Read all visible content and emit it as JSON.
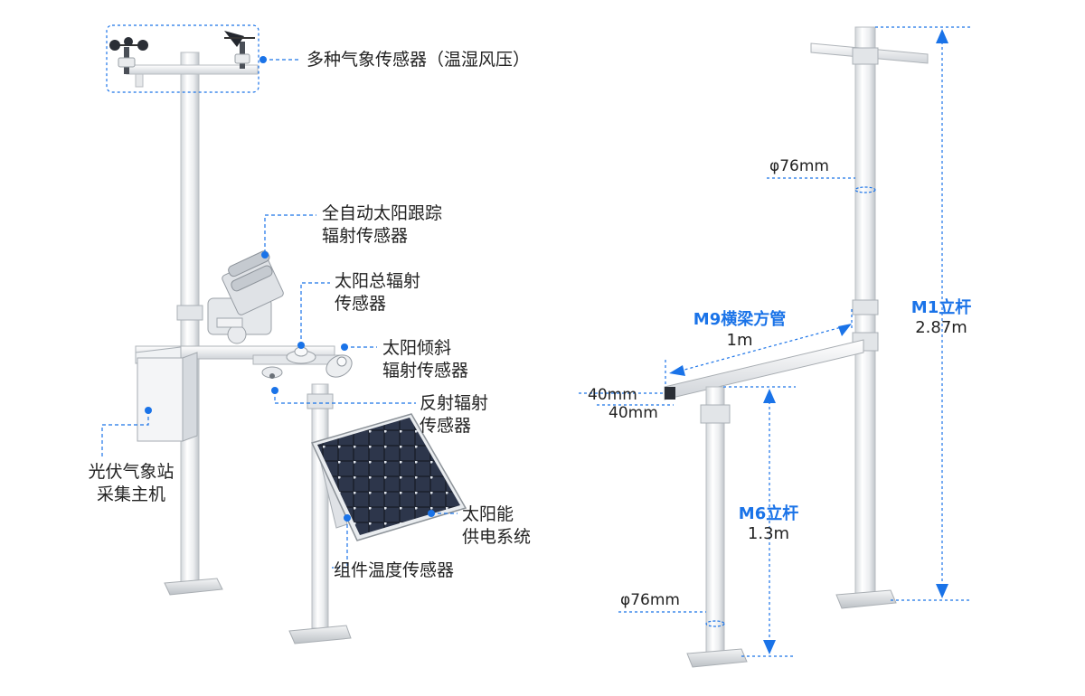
{
  "colors": {
    "accent": "#1a73e8",
    "pole": "#eef0f2",
    "pole_shade": "#c9cdd2",
    "panel": "#1b1f2a",
    "panel_cell": "#2b3346",
    "text": "#222222"
  },
  "left_labels": {
    "weather_sensors": "多种气象传感器（温湿风压）",
    "tracker_line1": "全自动太阳跟踪",
    "tracker_line2": "辐射传感器",
    "global_line1": "太阳总辐射",
    "global_line2": "传感器",
    "tilt_line1": "太阳倾斜",
    "tilt_line2": "辐射传感器",
    "reflect_line1": "反射辐射",
    "reflect_line2": "传感器",
    "host_line1": "光伏气象站",
    "host_line2": "采集主机",
    "power_line1": "太阳能",
    "power_line2": "供电系统",
    "module_temp": "组件温度传感器"
  },
  "dimensions": {
    "m1_pole": "M1立杆",
    "m1_length": "2.87m",
    "m1_diameter": "φ76mm",
    "beam": "M9横梁方管",
    "beam_length": "1m",
    "beam_w": "40mm",
    "beam_h": "40mm",
    "m6_pole": "M6立杆",
    "m6_length": "1.3m",
    "m6_diameter": "φ76mm"
  }
}
